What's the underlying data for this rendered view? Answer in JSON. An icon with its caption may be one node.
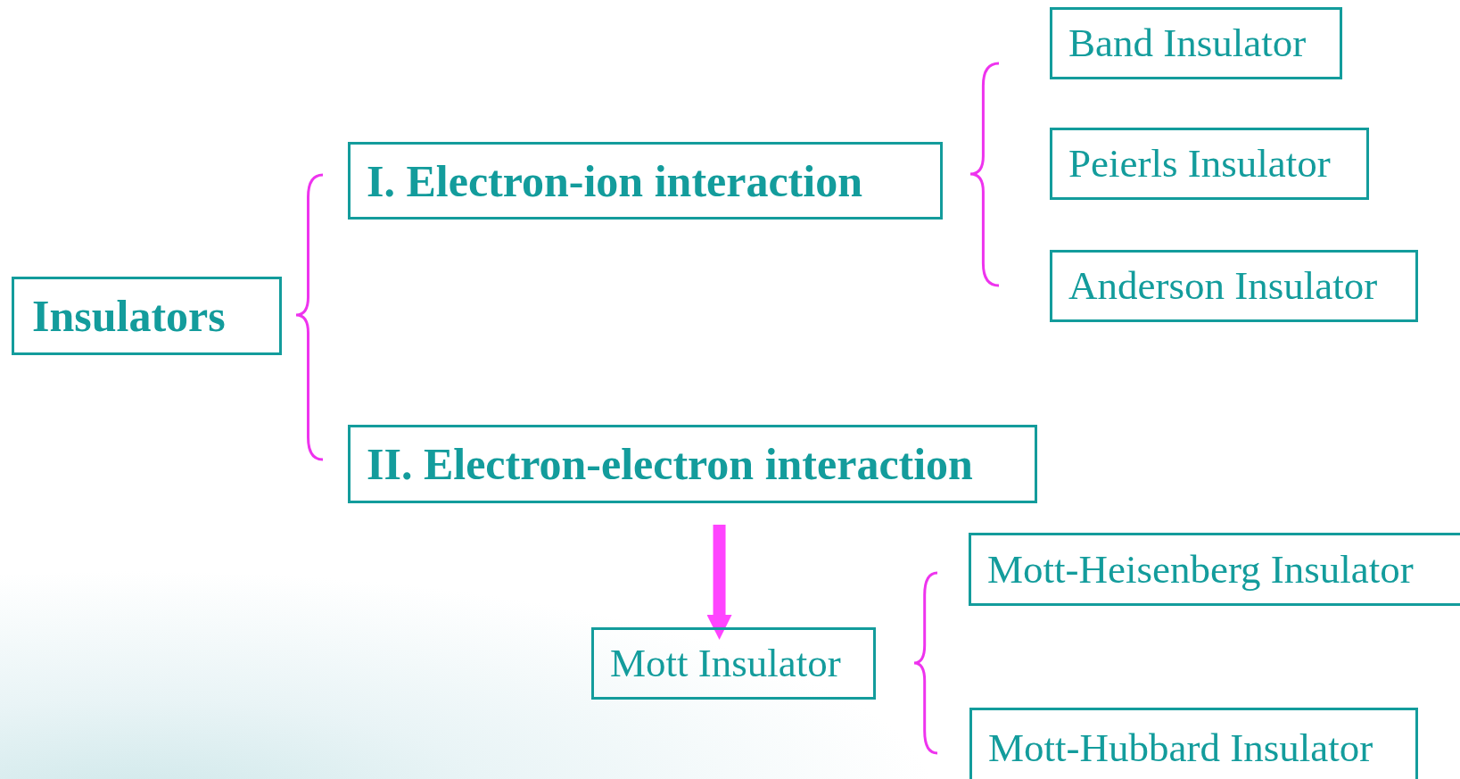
{
  "diagram": {
    "nodes": [
      {
        "text": [
          "Insulators"
        ]
      },
      {
        "text": [
          "I. Electron-ion interaction"
        ]
      },
      {
        "text": [
          "Band Insulator"
        ]
      },
      {
        "text": [
          "Peierls Insulator"
        ]
      },
      {
        "text": [
          "Anderson Insulator"
        ]
      },
      {
        "text": [
          "II. Electron-electron interaction"
        ]
      },
      {
        "text": [
          "Mott Insulator"
        ]
      },
      {
        "text": [
          "Mott-Heisenberg Insulator"
        ]
      },
      {
        "text": [
          "Mott-Hubbard Insulator"
        ]
      }
    ],
    "edges": [
      {
        "from": 5,
        "to": 6,
        "arrow": "to",
        "color": "#ff44ff"
      }
    ]
  }
}
